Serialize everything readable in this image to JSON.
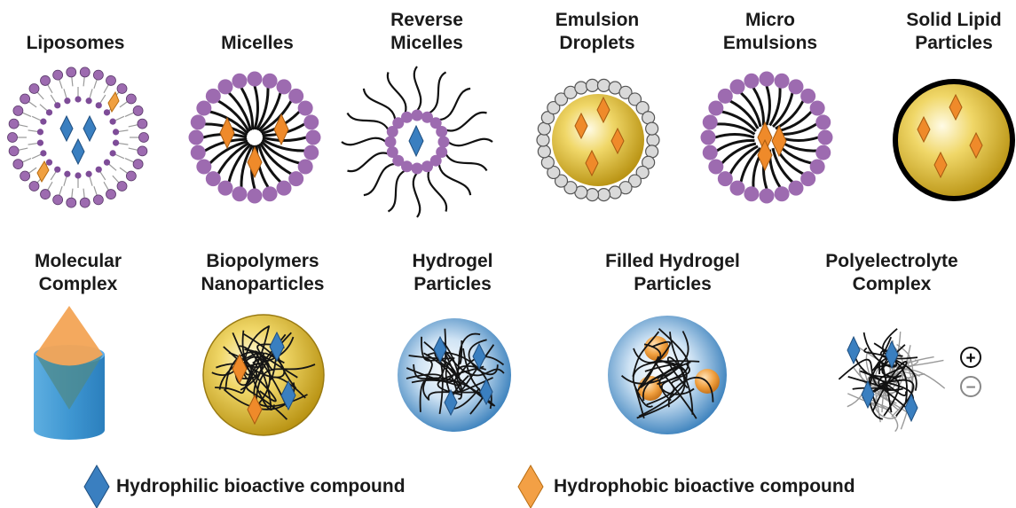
{
  "row1": [
    {
      "id": "liposomes",
      "line1": "Liposomes",
      "line2": ""
    },
    {
      "id": "micelles",
      "line1": "Micelles",
      "line2": ""
    },
    {
      "id": "reverse-micelles",
      "line1": "Reverse",
      "line2": "Micelles"
    },
    {
      "id": "emulsion-droplets",
      "line1": "Emulsion",
      "line2": "Droplets"
    },
    {
      "id": "micro-emulsions",
      "line1": "Micro",
      "line2": "Emulsions"
    },
    {
      "id": "solid-lipid-particles",
      "line1": "Solid Lipid",
      "line2": "Particles"
    }
  ],
  "row2": [
    {
      "id": "molecular-complex",
      "line1": "Molecular",
      "line2": "Complex"
    },
    {
      "id": "biopolymers-nanoparticles",
      "line1": "Biopolymers",
      "line2": "Nanoparticles"
    },
    {
      "id": "hydrogel-particles",
      "line1": "Hydrogel",
      "line2": "Particles"
    },
    {
      "id": "filled-hydrogel-particles",
      "line1": "Filled Hydrogel",
      "line2": "Particles"
    },
    {
      "id": "polyelectrolyte-complex",
      "line1": "Polyelectrolyte",
      "line2": "Complex"
    }
  ],
  "charges": {
    "positive": "+",
    "negative": "−"
  },
  "legend": {
    "hydrophilic": "Hydrophilic bioactive compound",
    "hydrophobic": "Hydrophobic bioactive compound"
  },
  "colors": {
    "hydrophilic": "#3a7fc0",
    "hydrophobic": "#ef8a2a",
    "headgroup": "#9d6bb0",
    "lipid_core": "#e2c233",
    "gel": "#5aa0d8"
  }
}
